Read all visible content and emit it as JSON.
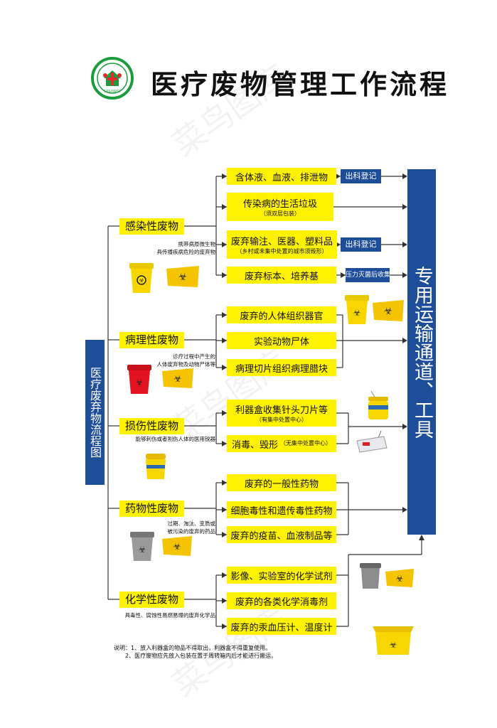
{
  "title": "医疗废物管理工作流程",
  "logo": {
    "text": "SXSXWSY",
    "icon": "hospital-cross-logo-icon",
    "color": "#1a9c3e"
  },
  "left_label": "医疗废弃物流程图",
  "right_label": "专用运输通道、工具",
  "colors": {
    "accent_yellow": "#fff200",
    "accent_blue": "#1e4d9a",
    "line": "#333333"
  },
  "categories": [
    {
      "name": "感染性废物",
      "note": [
        "携带病原微生物",
        "具传播疾病危险的废弃物"
      ],
      "items": [
        {
          "text": "含体液、血液、排泄物",
          "sub": "",
          "tag": "出科登记"
        },
        {
          "text": "传染病的生活垃圾",
          "sub": "（须双层包装）",
          "tag": ""
        },
        {
          "text": "废弃输注、医器、塑料品",
          "sub": "（乡村或未集中处置的城市须毁形）",
          "tag": "出科登记"
        },
        {
          "text": "废弃标本、培养基",
          "sub": "",
          "tag": "压力灭菌后收集"
        }
      ]
    },
    {
      "name": "病理性废物",
      "note": [
        "诊疗过程中产生的",
        "人体废弃物及动物尸体等"
      ],
      "items": [
        {
          "text": "废弃的人体组织器官",
          "sub": "",
          "tag": ""
        },
        {
          "text": "实验动物尸体",
          "sub": "",
          "tag": ""
        },
        {
          "text": "病理切片组织病理腊块",
          "sub": "",
          "tag": ""
        }
      ]
    },
    {
      "name": "损伤性废物",
      "note": [
        "能够刺伤或者割伤人体的医用锐器"
      ],
      "items": [
        {
          "text": "利器盒收集针头刀片等",
          "sub": "（有集中处置中心）",
          "tag": ""
        },
        {
          "text": "消毒、毁形",
          "sub": "（无集中处置中心）",
          "tag": ""
        }
      ]
    },
    {
      "name": "药物性废物",
      "note": [
        "过期、淘汰、变质或",
        "被污染的废弃的药品"
      ],
      "items": [
        {
          "text": "废弃的一般性药物",
          "sub": "",
          "tag": ""
        },
        {
          "text": "细胞毒性和遗传毒性药物",
          "sub": "",
          "tag": ""
        },
        {
          "text": "废弃的疫苗、血液制品等",
          "sub": "",
          "tag": ""
        }
      ]
    },
    {
      "name": "化学性废物",
      "note": [
        "具毒性、腐蚀性易燃易爆的废弃化学品"
      ],
      "items": [
        {
          "text": "影像、实验室的化学试剂",
          "sub": "",
          "tag": ""
        },
        {
          "text": "废弃的各类化学消毒剂",
          "sub": "",
          "tag": ""
        },
        {
          "text": "废弃的汞血压计、温度计",
          "sub": "",
          "tag": ""
        }
      ]
    }
  ],
  "footnote": [
    "说明：1、放入利器盒的物品不得取出，利器盒不得重复使用。",
    "2、医疗废物应先放入包装在置于周转箱内后才能进行搬运。"
  ],
  "illustrations": [
    "yellow-biohazard-bin-icon",
    "yellow-biohazard-bag-icon",
    "red-biohazard-bin-icon",
    "sharps-container-icon",
    "needle-destroyer-icon",
    "grey-waste-bin-icon",
    "yellow-transfer-box-icon"
  ],
  "watermark": "菜鸟图库"
}
